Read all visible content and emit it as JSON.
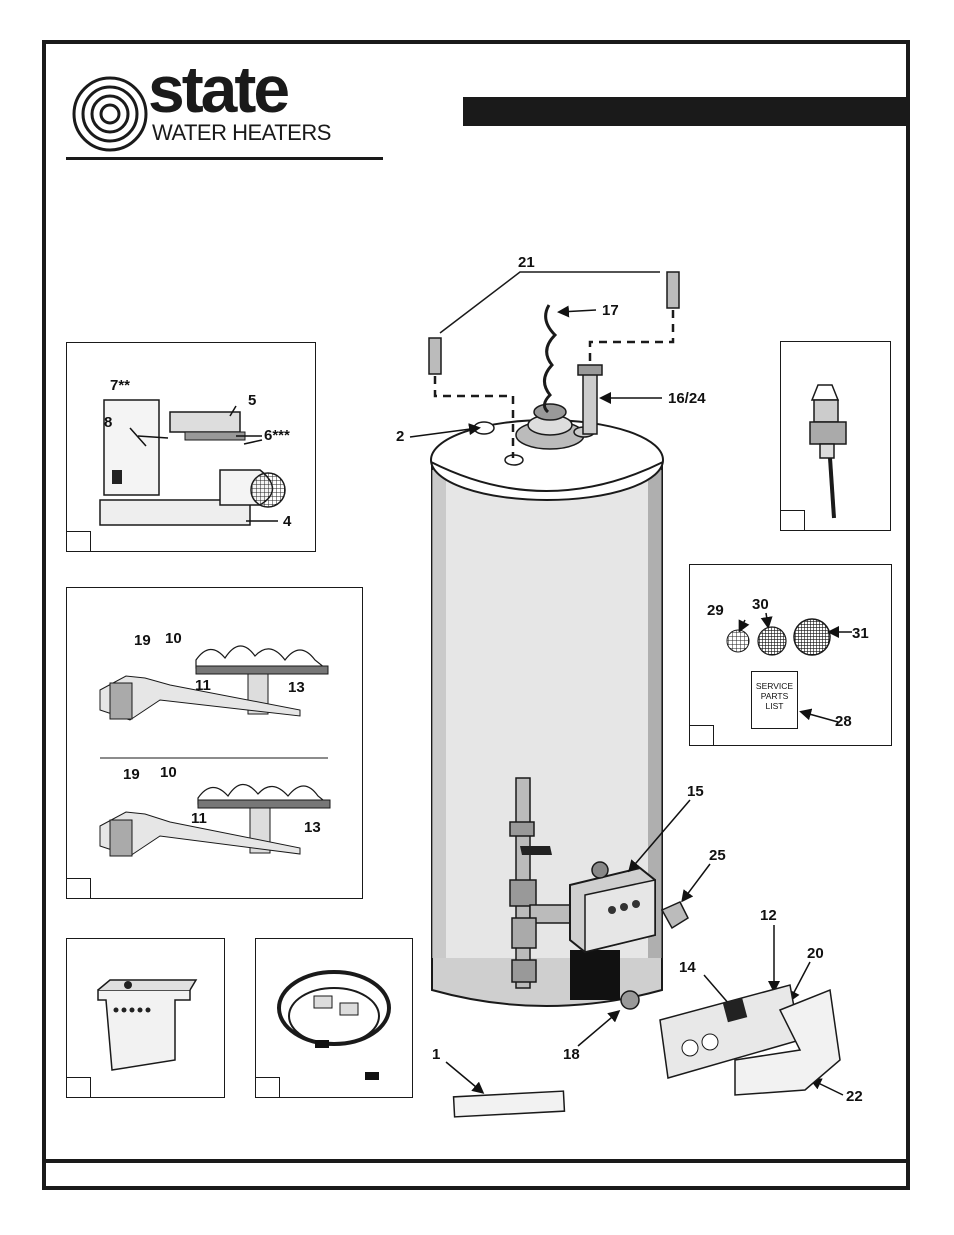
{
  "brand": {
    "name": "state",
    "subtitle": "WATER HEATERS"
  },
  "callouts": {
    "c1": "1",
    "c2": "2",
    "c4": "4",
    "c5": "5",
    "c6": "6***",
    "c7": "7**",
    "c8": "8",
    "c10a": "10",
    "c10b": "10",
    "c11a": "11",
    "c11b": "11",
    "c12": "12",
    "c13a": "13",
    "c13b": "13",
    "c14": "14",
    "c15": "15",
    "c16": "16/24",
    "c17": "17",
    "c18": "18",
    "c19a": "19",
    "c19b": "19",
    "c20": "20",
    "c21": "21",
    "c22": "22",
    "c25": "25",
    "c28": "28",
    "c29": "29",
    "c30": "30",
    "c31": "31"
  },
  "service_parts_list": {
    "line1": "SERVICE",
    "line2": "PARTS",
    "line3": "LIST"
  },
  "icons": [
    "state-logo-icon",
    "water-heater-illustration",
    "burner-assembly-illustration",
    "relief-valve-illustration",
    "air-filter-screens-illustration",
    "junction-box-illustration",
    "wire-harness-illustration",
    "heat-trap-nipple-icon",
    "anode-rod-icon"
  ]
}
